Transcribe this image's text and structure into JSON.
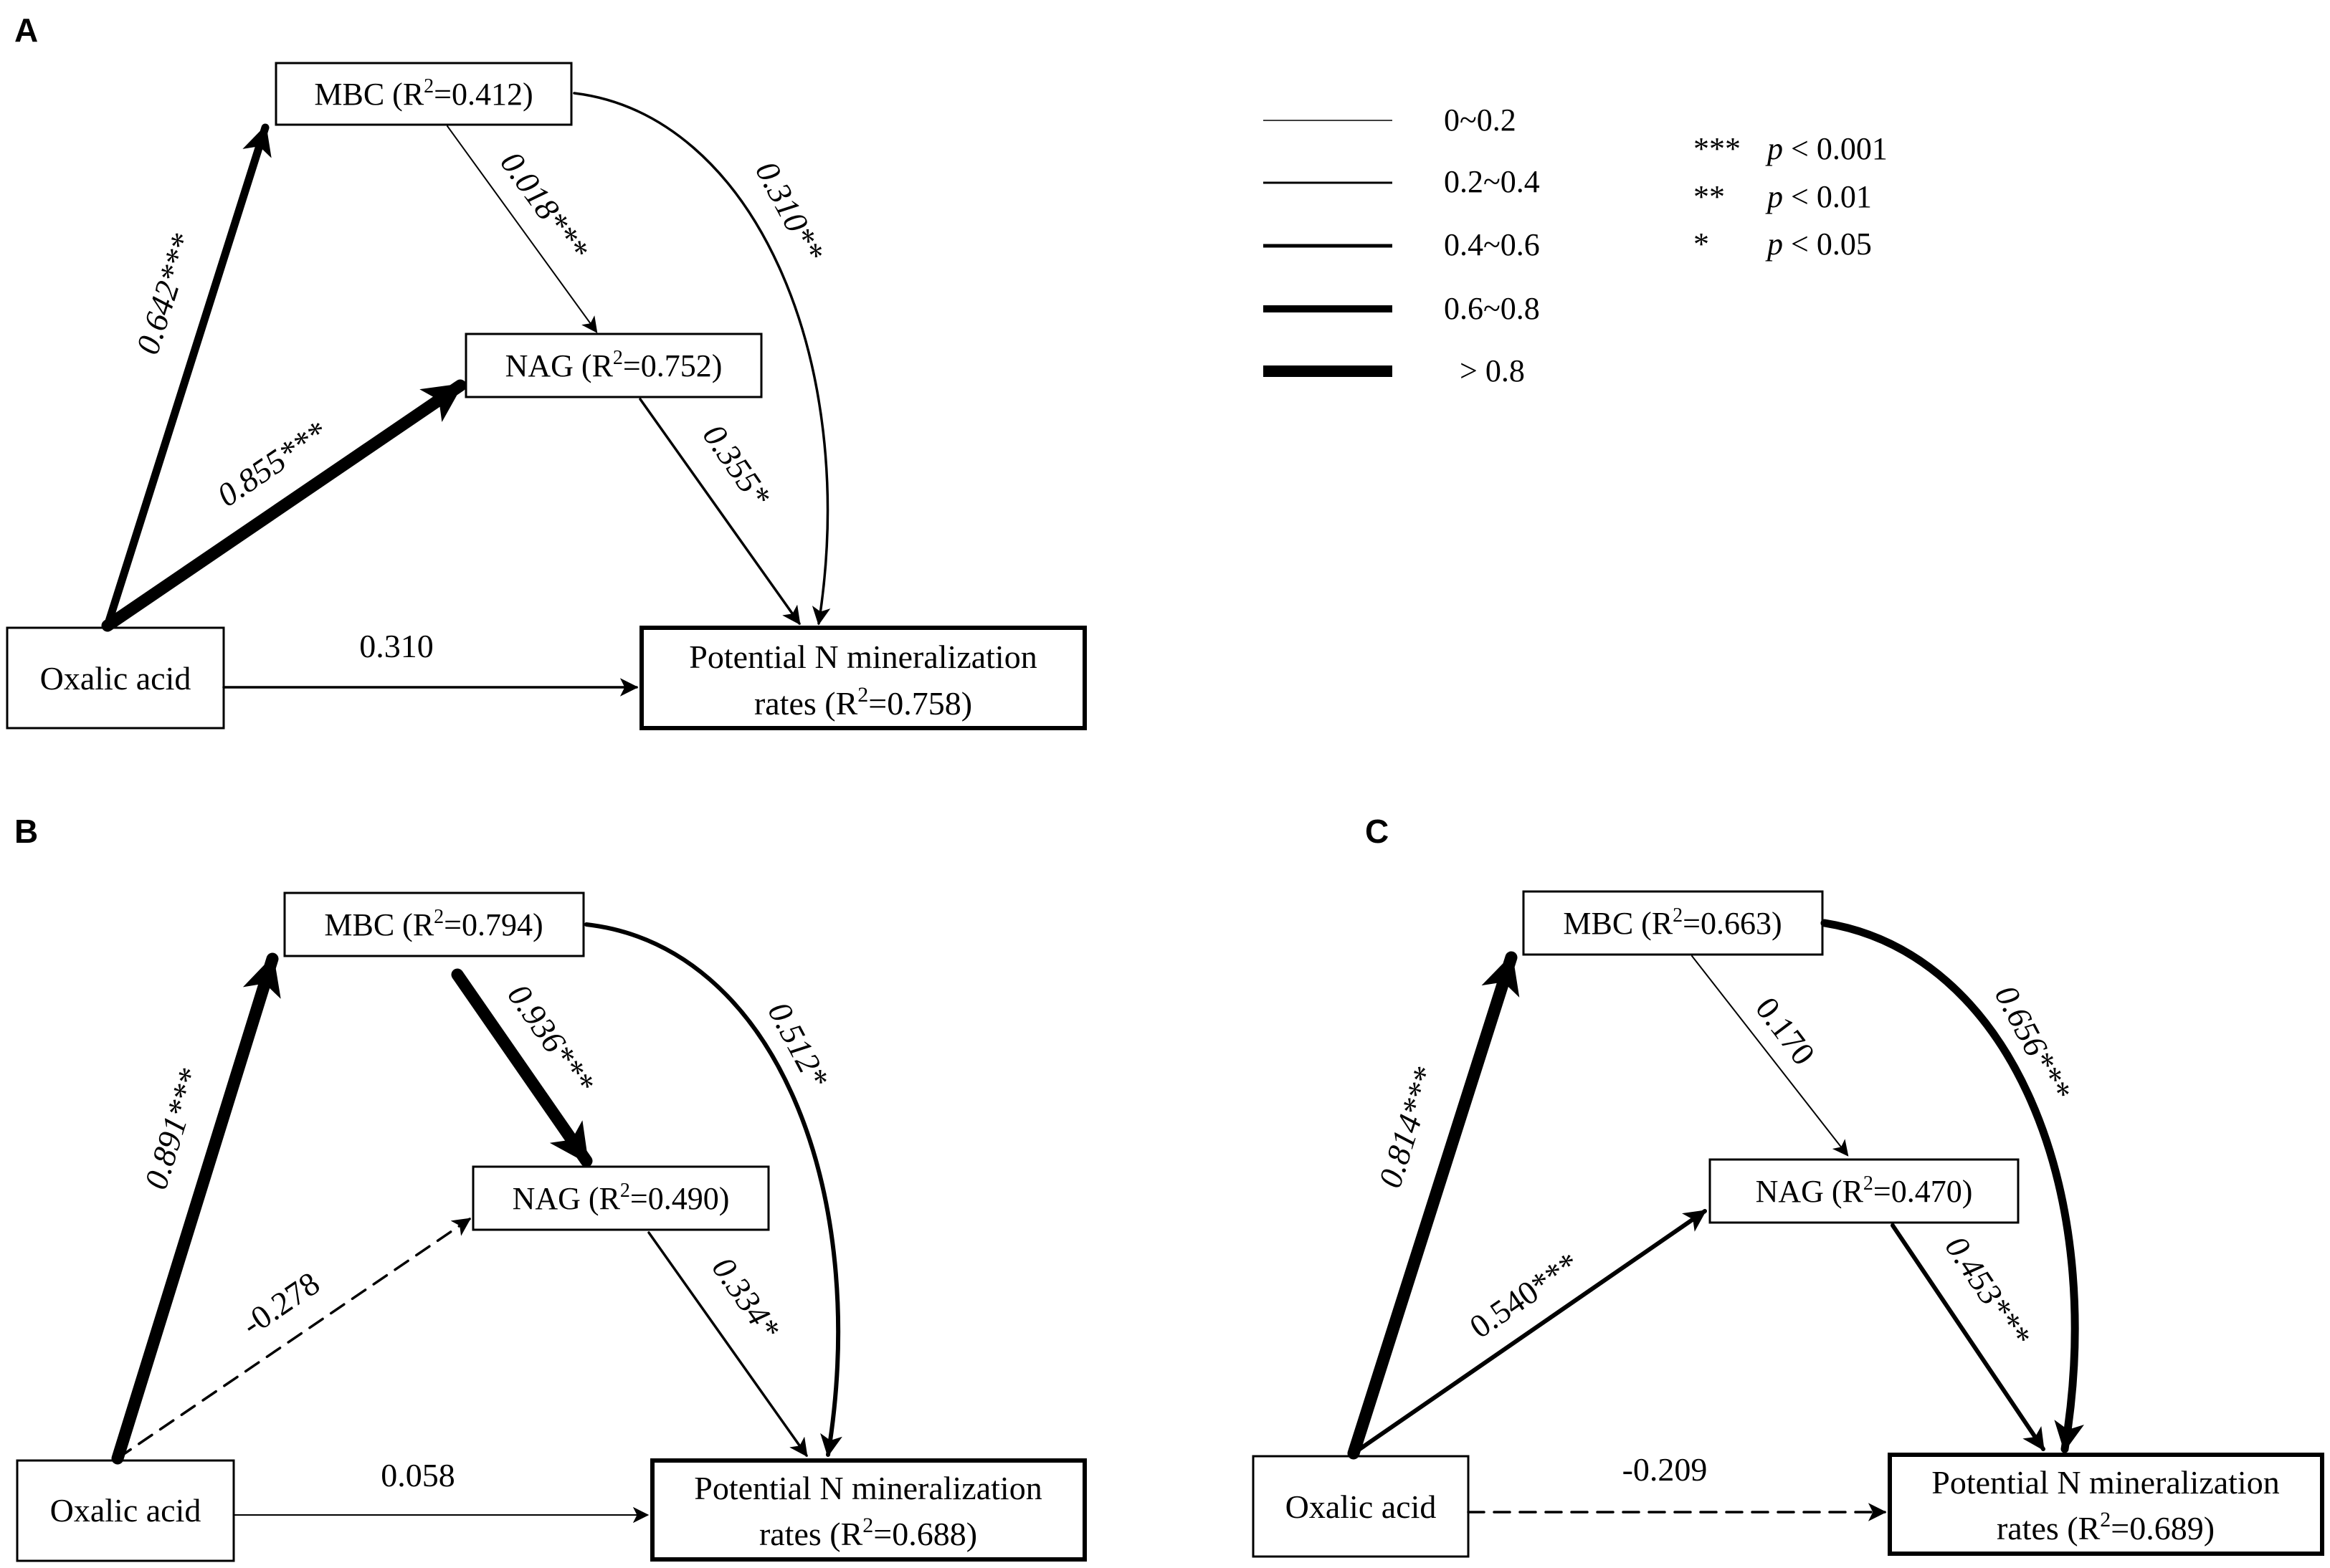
{
  "legend": {
    "widths": [
      {
        "label": "0~0.2"
      },
      {
        "label": "0.2~0.4"
      },
      {
        "label": "0.4~0.6"
      },
      {
        "label": "0.6~0.8"
      },
      {
        "label": "> 0.8"
      }
    ],
    "significance": [
      {
        "stars": "***",
        "p": "p",
        "rest": " < 0.001"
      },
      {
        "stars": "**",
        "p": "p",
        "rest": " < 0.01"
      },
      {
        "stars": "*",
        "p": "p",
        "rest": " < 0.05"
      }
    ]
  },
  "panels": [
    {
      "letter": "A",
      "mbc": {
        "prefix": "MBC (R",
        "sup": "2",
        "suffix": "=0.412)"
      },
      "nag": {
        "prefix": "NAG (R",
        "sup": "2",
        "suffix": "=0.752)"
      },
      "oxalic": "Oxalic acid",
      "pnm_line1": "Potential N mineralization",
      "pnm_line2": {
        "prefix": "rates (R",
        "sup": "2",
        "suffix": "=0.758)"
      },
      "paths": {
        "ox_mbc": {
          "value": 0.642,
          "label": "0.642***",
          "dashed": false
        },
        "ox_nag": {
          "value": 0.855,
          "label": "0.855***",
          "dashed": false
        },
        "mbc_nag": {
          "value": 0.018,
          "label": "0.018***",
          "dashed": false
        },
        "mbc_pnm": {
          "value": 0.31,
          "label": "0.310**",
          "dashed": false
        },
        "nag_pnm": {
          "value": 0.355,
          "label": "0.355*",
          "dashed": false
        },
        "ox_pnm": {
          "value": 0.31,
          "label": "0.310",
          "dashed": false
        }
      }
    },
    {
      "letter": "B",
      "mbc": {
        "prefix": "MBC (R",
        "sup": "2",
        "suffix": "=0.794)"
      },
      "nag": {
        "prefix": "NAG (R",
        "sup": "2",
        "suffix": "=0.490)"
      },
      "oxalic": "Oxalic acid",
      "pnm_line1": "Potential N mineralization",
      "pnm_line2": {
        "prefix": "rates (R",
        "sup": "2",
        "suffix": "=0.688)"
      },
      "paths": {
        "ox_mbc": {
          "value": 0.891,
          "label": "0.891***",
          "dashed": false
        },
        "ox_nag": {
          "value": -0.278,
          "label": "-0.278",
          "dashed": true
        },
        "mbc_nag": {
          "value": 0.936,
          "label": "0.936***",
          "dashed": false
        },
        "mbc_pnm": {
          "value": 0.512,
          "label": "0.512*",
          "dashed": false
        },
        "nag_pnm": {
          "value": 0.334,
          "label": "0.334*",
          "dashed": false
        },
        "ox_pnm": {
          "value": 0.058,
          "label": "0.058",
          "dashed": false
        }
      }
    },
    {
      "letter": "C",
      "mbc": {
        "prefix": "MBC (R",
        "sup": "2",
        "suffix": "=0.663)"
      },
      "nag": {
        "prefix": "NAG (R",
        "sup": "2",
        "suffix": "=0.470)"
      },
      "oxalic": "Oxalic acid",
      "pnm_line1": "Potential N mineralization",
      "pnm_line2": {
        "prefix": "rates (R",
        "sup": "2",
        "suffix": "=0.689)"
      },
      "paths": {
        "ox_mbc": {
          "value": 0.814,
          "label": "0.814***",
          "dashed": false
        },
        "ox_nag": {
          "value": 0.54,
          "label": "0.540***",
          "dashed": false
        },
        "mbc_nag": {
          "value": 0.17,
          "label": "0.170",
          "dashed": false
        },
        "mbc_pnm": {
          "value": 0.656,
          "label": "0.656***",
          "dashed": false
        },
        "nag_pnm": {
          "value": 0.453,
          "label": "0.453***",
          "dashed": false
        },
        "ox_pnm": {
          "value": -0.209,
          "label": "-0.209",
          "dashed": true
        }
      }
    }
  ]
}
